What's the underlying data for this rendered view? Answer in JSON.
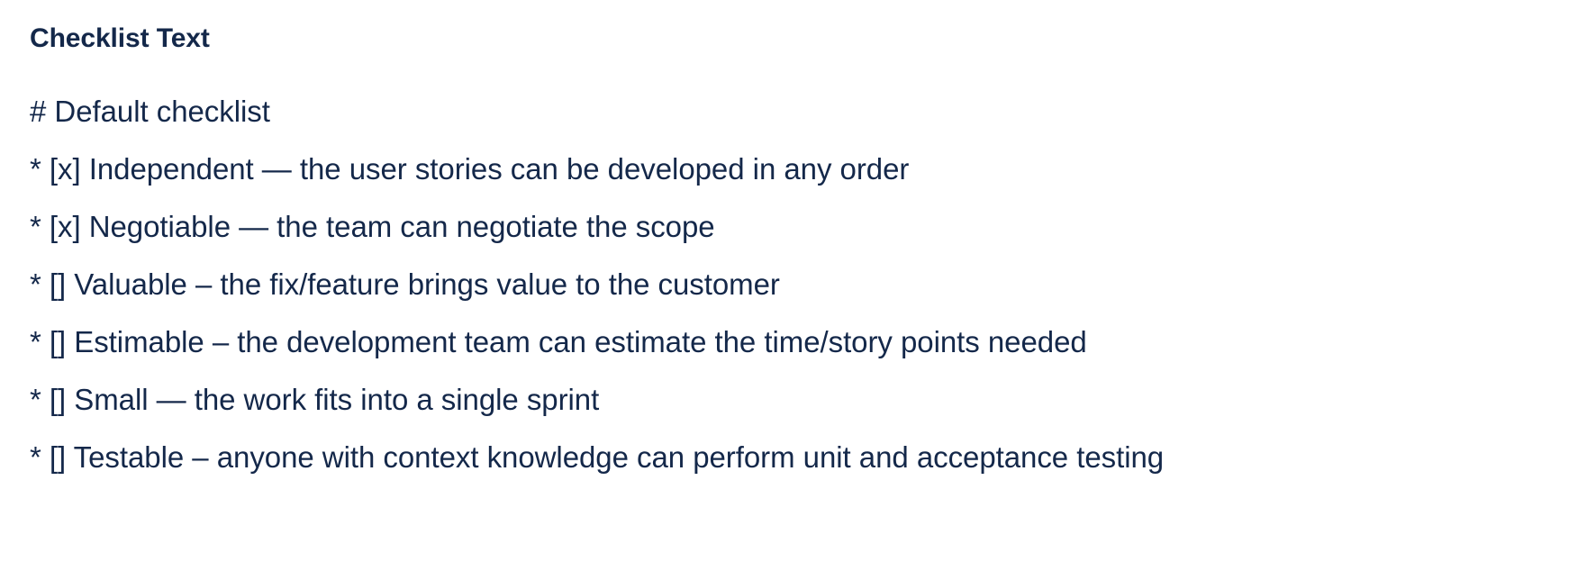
{
  "panel": {
    "title": "Checklist Text",
    "background_color": "#ffffff",
    "text_color": "#14284a"
  },
  "checklist": {
    "lines": [
      {
        "id": "heading",
        "text": "# Default checklist"
      },
      {
        "id": "independent",
        "text": "* [x] Independent — the user stories can be developed in any order"
      },
      {
        "id": "negotiable",
        "text": "* [x] Negotiable — the team can negotiate the scope"
      },
      {
        "id": "valuable",
        "text": "* [] Valuable – the fix/feature brings value to the customer"
      },
      {
        "id": "estimable",
        "text": "* [] Estimable – the development team can estimate the time/story points needed"
      },
      {
        "id": "small",
        "text": "* [] Small — the work fits into a single sprint"
      },
      {
        "id": "testable",
        "text": "* [] Testable – anyone with context knowledge can perform unit and acceptance testing"
      }
    ]
  }
}
